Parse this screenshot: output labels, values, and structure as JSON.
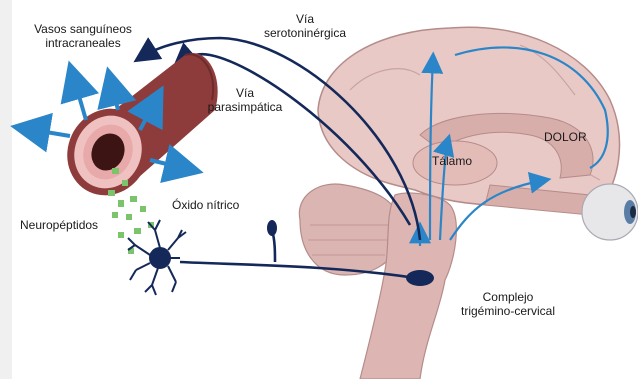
{
  "labels": {
    "vessels_line1": "Vasos sanguíneos",
    "vessels_line2": "intracraneales",
    "serotonergic_line1": "Vía",
    "serotonergic_line2": "serotoninérgica",
    "parasympathetic_line1": "Vía",
    "parasympathetic_line2": "parasimpática",
    "nitric_oxide": "Óxido nítrico",
    "neuropeptides": "Neuropéptidos",
    "thalamus": "Tálamo",
    "pain": "DOLOR",
    "complex_line1": "Complejo",
    "complex_line2": "trigémino-cervical"
  },
  "colors": {
    "background": "#f4f4f4",
    "brain": "#e8c9c6",
    "brain_outline": "#b58c8a",
    "brain_inner": "#d8aeab",
    "vessel_outer": "#8e3b3b",
    "vessel_inner": "#f0c1c1",
    "arrow_blue": "#2a86c8",
    "pathway_navy": "#14295a",
    "neuropeptide_green": "#7bc46b",
    "eye": "#e7e7ea"
  }
}
